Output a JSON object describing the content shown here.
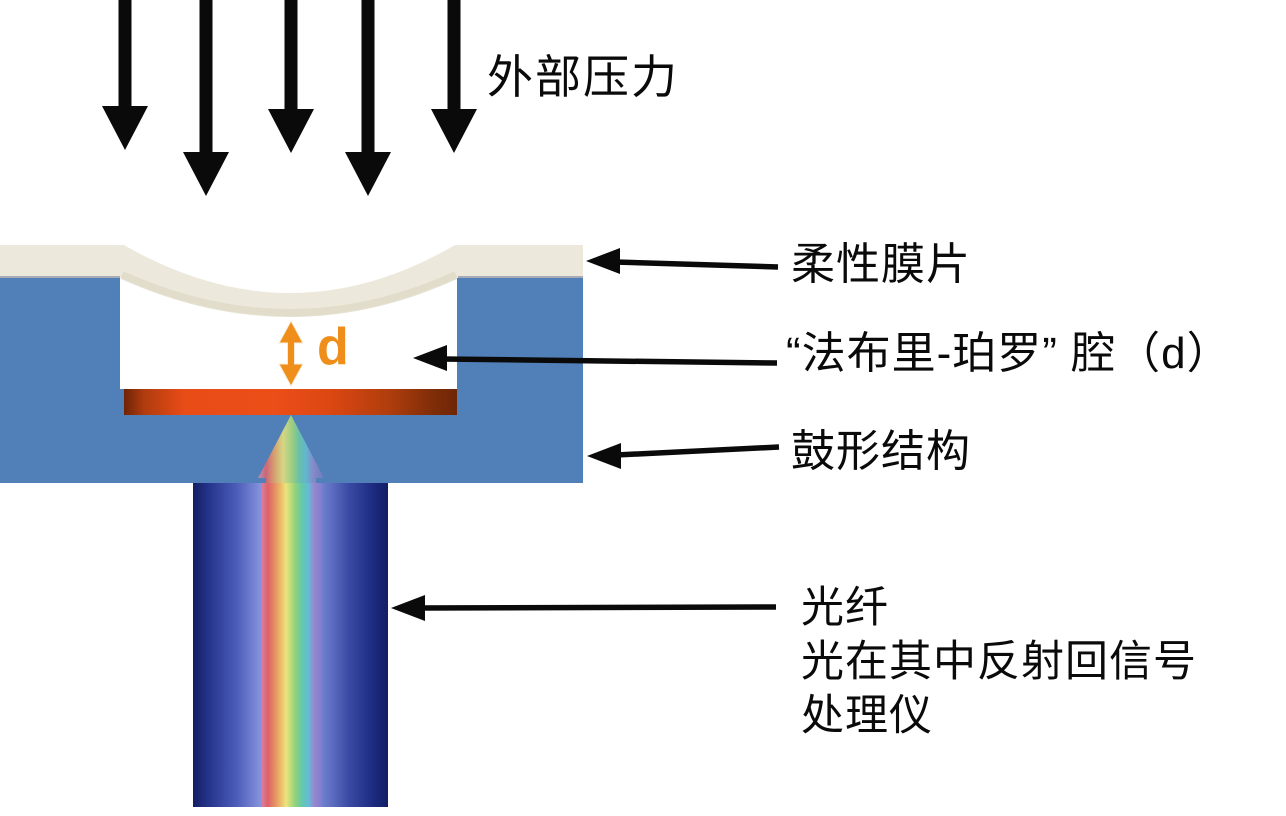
{
  "diagram": {
    "pressure_label": "外部压力",
    "gap_symbol": "d",
    "labels": {
      "membrane": "柔性膜片",
      "cavity": "“法布里-珀罗” 腔（d）",
      "drum": "鼓形结构",
      "fiber_line1": "光纤",
      "fiber_line2": "光在其中反射回信号",
      "fiber_line3": "处理仪"
    },
    "icons": {
      "pressure_arrows": "down-arrow-icon (x5, black)",
      "pointer_arrows": "left-arrow-icon (x4, black)",
      "gap_arrow": "double-vertical-arrow-icon (orange)",
      "light_beam": "up-arrow-rainbow-icon"
    },
    "colors": {
      "drum_blue": "#5180B9",
      "membrane_cream": "#ECE9DC",
      "membrane_shadow": "#DED9C6",
      "reflector_orange_red": "#E84C17",
      "reflector_dark_edge": "#6E2305",
      "gap_arrow_orange": "#EF8E1A",
      "fiber_navy": "#131E63",
      "fiber_light_core": "#9AA5E6",
      "arrow_black": "#0A0A0A",
      "background": "#FFFFFF"
    }
  }
}
